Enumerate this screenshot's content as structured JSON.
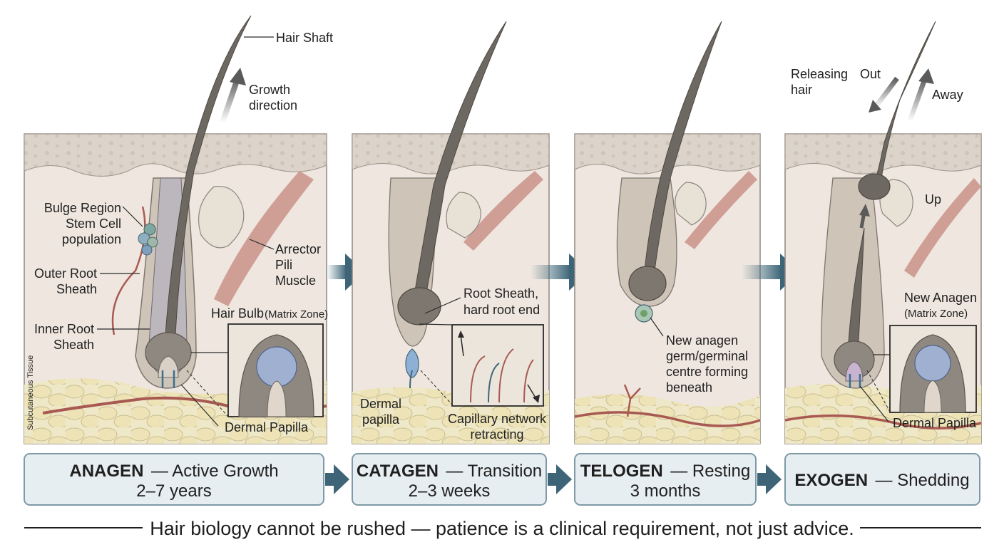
{
  "labels": {
    "hair_shaft": "Hair Shaft",
    "growth_direction_1": "Growth",
    "growth_direction_2": "direction",
    "bulge_1": "Bulge Region",
    "bulge_2": "Stem Cell",
    "bulge_3": "population",
    "outer_root_1": "Outer Root",
    "outer_root_2": "Sheath",
    "inner_root_1": "Inner Root",
    "inner_root_2": "Sheath",
    "arrector_1": "Arrector",
    "arrector_2": "Pili",
    "arrector_3": "Muscle",
    "hair_bulb": "Hair Bulb",
    "matrix_zone": "(Matrix Zone)",
    "dermal_papilla": "Dermal Papilla",
    "subcutaneous": "Subcutaneous Tissue",
    "root_sheath_1": "Root Sheath,",
    "root_sheath_2": "hard root end",
    "dermal_papilla_cat_1": "Dermal",
    "dermal_papilla_cat_2": "papilla",
    "capillary_1": "Capillary network",
    "capillary_2": "retracting",
    "new_anagen_germ_1": "New anagen",
    "new_anagen_germ_2": "germ/germinal",
    "new_anagen_germ_3": "centre forming",
    "new_anagen_germ_4": "beneath",
    "releasing_1": "Releasing",
    "releasing_2": "hair",
    "out": "Out",
    "away": "Away",
    "up": "Up",
    "new_anagen_1": "New Anagen",
    "new_anagen_2": "(Matrix Zone)",
    "dermal_papilla_exo": "Dermal Papilla"
  },
  "stages": [
    {
      "name": "ANAGEN",
      "desc": "— Active Growth",
      "duration": "2–7 years"
    },
    {
      "name": "CATAGEN",
      "desc": "— Transition",
      "duration": "2–3 weeks"
    },
    {
      "name": "TELOGEN",
      "desc": "— Resting",
      "duration": "3 months"
    },
    {
      "name": "EXOGEN",
      "desc": "— Shedding",
      "duration": ""
    }
  ],
  "footer": "Hair biology cannot be rushed — patience is a clinical requirement, not just advice.",
  "colors": {
    "skin": "#d9d2c9",
    "dermis": "#efe7df",
    "fat": "#ece3bf",
    "hair": "#6e6862",
    "muscle": "#c9928a",
    "vessel": "#a85a52",
    "arrow": "#3d6577",
    "box_fill": "#e7eef1",
    "box_stroke": "#7d9aa6"
  }
}
